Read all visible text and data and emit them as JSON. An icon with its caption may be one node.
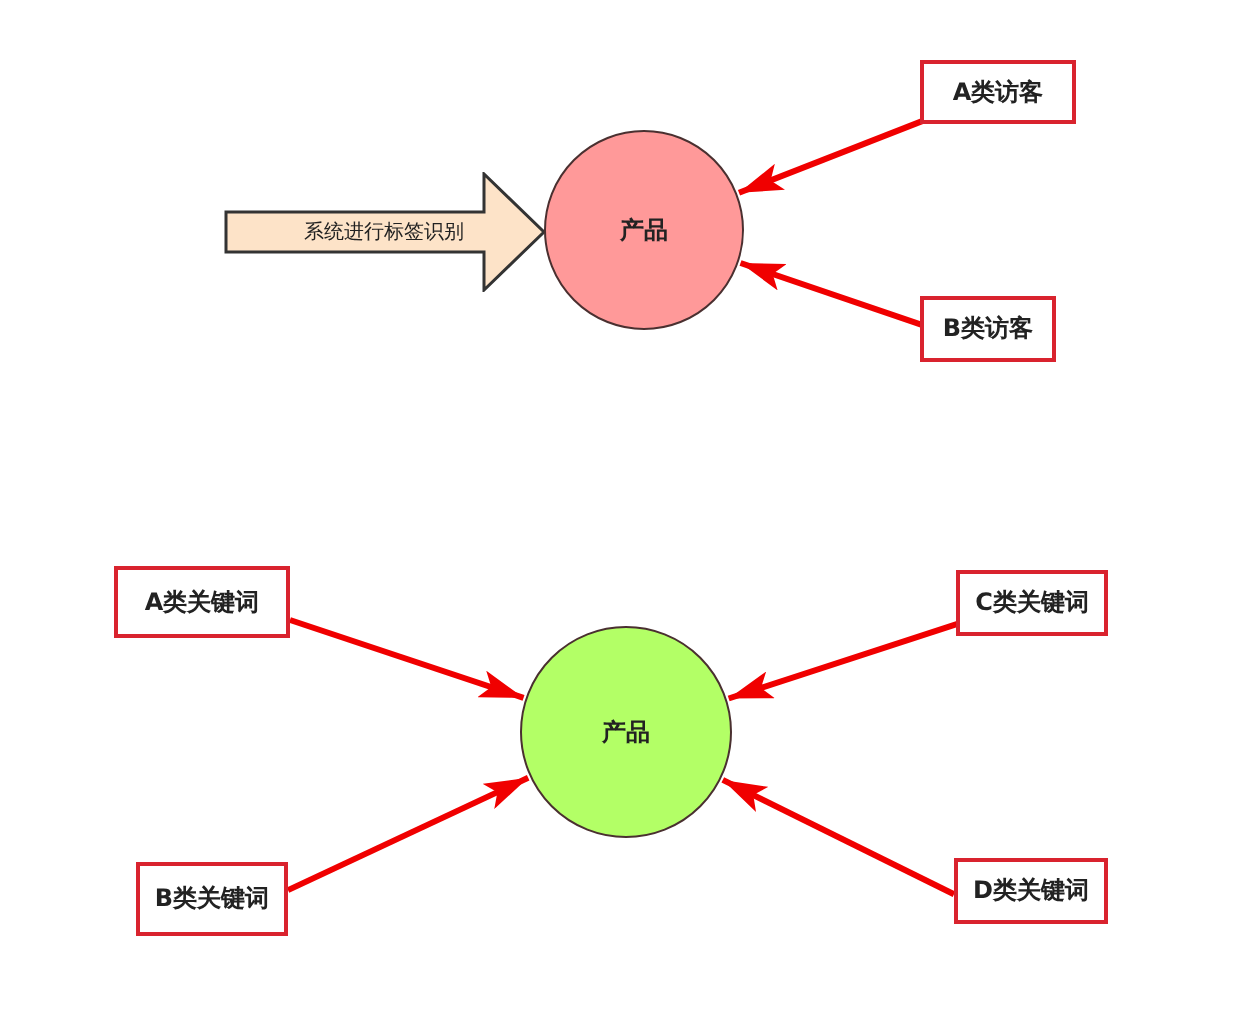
{
  "diagram": {
    "nodes": [
      {
        "text": [
          "系统进行标签识别"
        ]
      },
      {
        "text": [
          "产品"
        ]
      },
      {
        "text": [
          "A类访客"
        ]
      },
      {
        "text": [
          "B类访客"
        ]
      },
      {
        "text": [
          "A类关键词"
        ]
      },
      {
        "text": [
          "C类关键词"
        ]
      },
      {
        "text": [
          "产品"
        ]
      },
      {
        "text": [
          "B类关键词"
        ]
      },
      {
        "text": [
          "D类关键词"
        ]
      }
    ],
    "edges": [
      {
        "from": 2,
        "to": 1,
        "arrow": "to"
      },
      {
        "from": 3,
        "to": 1,
        "arrow": "to"
      },
      {
        "from": 4,
        "to": 6,
        "arrow": "to"
      },
      {
        "from": 5,
        "to": 6,
        "arrow": "to"
      },
      {
        "from": 7,
        "to": 6,
        "arrow": "to"
      },
      {
        "from": 8,
        "to": 6,
        "arrow": "to"
      }
    ]
  }
}
